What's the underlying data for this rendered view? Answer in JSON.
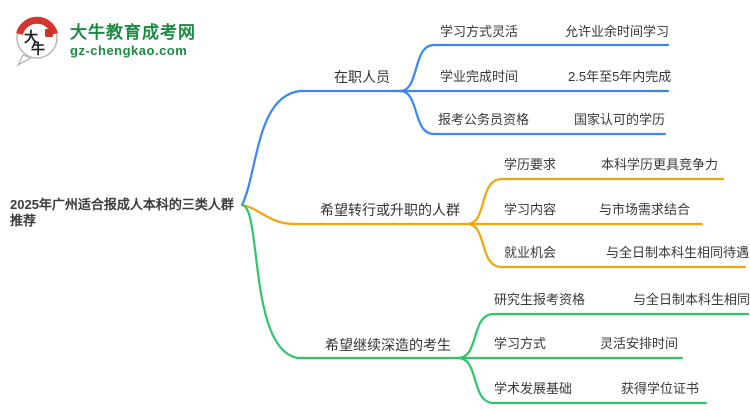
{
  "logo": {
    "icon": "daniu-speech-bubble",
    "icon_char_top": "大",
    "icon_char_bottom": "牛",
    "site_name": "大牛教育成考网",
    "site_domain": "gz-chengkao.com",
    "brand_green": "#1f8a44",
    "icon_red": "#d4372e"
  },
  "root": {
    "title": "2025年广州适合报成人本科的三类人群推荐"
  },
  "branches": [
    {
      "label": "在职人员",
      "color": "#3c86f4",
      "rows": [
        {
          "left": "学习方式灵活",
          "right": "允许业余时间学习"
        },
        {
          "left": "学业完成时间",
          "right": "2.5年至5年内完成"
        },
        {
          "left": "报考公务员资格",
          "right": "国家认可的学历"
        }
      ]
    },
    {
      "label": "希望转行或升职的人群",
      "color": "#f2a50c",
      "rows": [
        {
          "left": "学历要求",
          "right": "本科学历更具竞争力"
        },
        {
          "left": "学习内容",
          "right": "与市场需求结合"
        },
        {
          "left": "就业机会",
          "right": "与全日制本科生相同待遇"
        }
      ]
    },
    {
      "label": "希望继续深造的考生",
      "color": "#2fc56d",
      "rows": [
        {
          "left": "研究生报考资格",
          "right": "与全日制本科生相同"
        },
        {
          "left": "学习方式",
          "right": "灵活安排时间"
        },
        {
          "left": "学术发展基础",
          "right": "获得学位证书"
        }
      ]
    }
  ]
}
